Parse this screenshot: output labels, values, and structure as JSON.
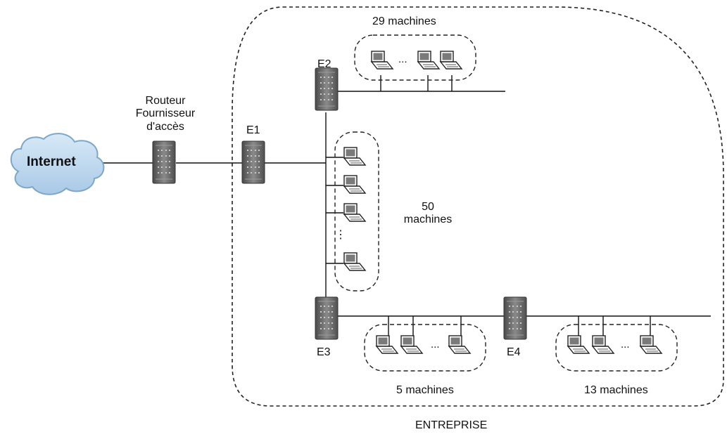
{
  "diagram": {
    "title": "ENTREPRISE",
    "internet": {
      "label": "Internet"
    },
    "isp_router": {
      "label_line1": "Routeur",
      "label_line2": "Fournisseur",
      "label_line3": "d'accès"
    },
    "routers": {
      "e1": "E1",
      "e2": "E2",
      "e3": "E3",
      "e4": "E4"
    },
    "groups": {
      "top": "29 machines",
      "middle_line1": "50",
      "middle_line2": "machines",
      "bottom_left": "5 machines",
      "bottom_right": "13 machines"
    },
    "ellipsis": "...",
    "vertical_ellipsis": "⋮"
  },
  "colors": {
    "cloud_fill": "#bcd8ee",
    "cloud_stroke": "#7da7c8",
    "router_fill": "#6b6b6b",
    "line": "#111111"
  }
}
